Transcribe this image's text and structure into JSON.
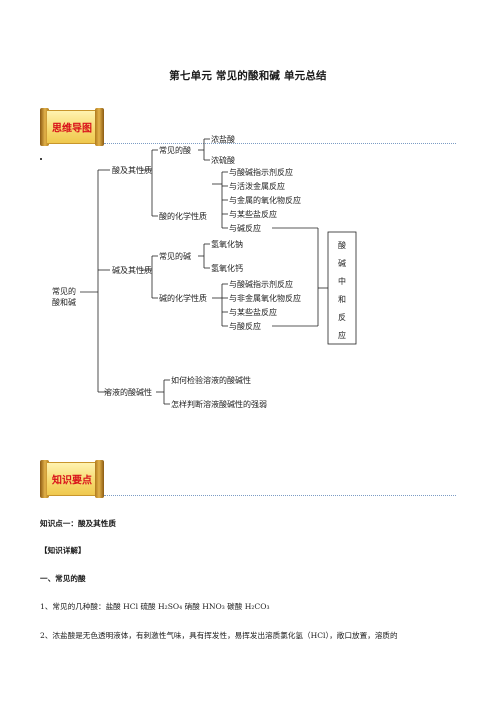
{
  "title": "第七单元  常见的酸和碱  单元总结",
  "banner_mindmap": "思维导图",
  "banner_knowledge": "知识要点",
  "mindmap": {
    "root": [
      "常见的",
      "酸和碱"
    ],
    "branch_acid": "酸及其性质",
    "branch_base": "碱及其性质",
    "branch_ph": "溶液的酸碱性",
    "acid_common": "常见的酸",
    "acid_hcl": "浓盐酸",
    "acid_h2so4": "浓硫酸",
    "acid_chem": "酸的化学性质",
    "acid_props": [
      "与酸碱指示剂反应",
      "与活泼金属反应",
      "与金属的氧化物反应",
      "与某些盐反应",
      "与碱反应"
    ],
    "base_common": "常见的碱",
    "base_naoh": "氢氧化钠",
    "base_caoh": "氢氧化钙",
    "base_chem": "碱的化学性质",
    "base_props": [
      "与酸碱指示剂反应",
      "与非金属氧化物反应",
      "与某些盐反应",
      "与酸反应"
    ],
    "ph_items": [
      "如何检验溶液的酸碱性",
      "怎样判断溶液酸碱性的强弱"
    ],
    "neutralization": [
      "酸",
      "碱",
      "中",
      "和",
      "反",
      "应"
    ]
  },
  "knowledge_point": "知识点一：酸及其性质",
  "detail_header": "【知识详解】",
  "section_one": "一、常见的酸",
  "item_1": "1、常见的几种酸：盐酸 HCl   硫酸 H₂SO₄   硝酸 HNO₃   碳酸 H₂CO₃",
  "item_2": "2、浓盐酸是无色透明液体，有刺激性气味，具有挥发性，易挥发出溶质氯化氢（HCl），敞口放置，溶质的"
}
